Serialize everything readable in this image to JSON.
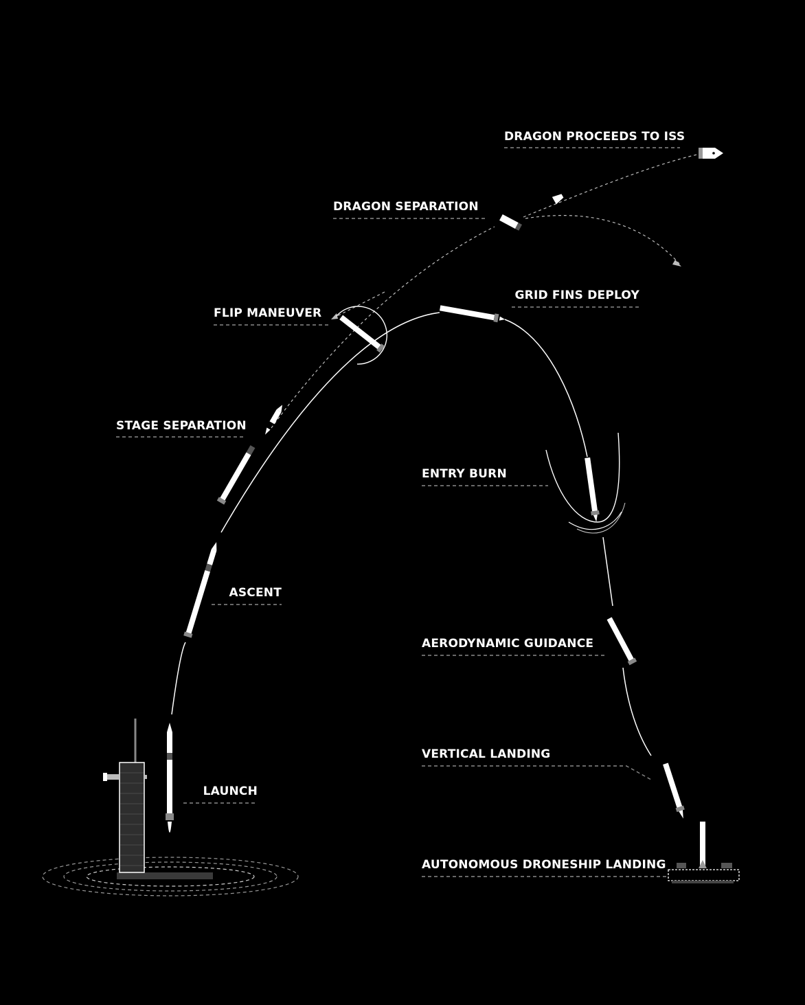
{
  "colors": {
    "background": "#000000",
    "label": "#ffffff",
    "leader_line": "#8a8a8a",
    "trajectory": "#ffffff",
    "tower": "#2e2e2e"
  },
  "phases": {
    "dragon_iss": "DRAGON PROCEEDS TO ISS",
    "dragon_separation": "DRAGON SEPARATION",
    "grid_fins": "GRID FINS DEPLOY",
    "flip": "FLIP MANEUVER",
    "stage_separation": "STAGE SEPARATION",
    "entry_burn": "ENTRY BURN",
    "ascent": "ASCENT",
    "aero_guidance": "AERODYNAMIC GUIDANCE",
    "vertical_landing": "VERTICAL LANDING",
    "launch": "LAUNCH",
    "droneship_landing": "AUTONOMOUS DRONESHIP LANDING"
  },
  "icons": {
    "launch_tower": "launch-tower-icon",
    "rocket": "rocket-icon",
    "dragon": "dragon-capsule-icon",
    "droneship": "droneship-icon"
  }
}
